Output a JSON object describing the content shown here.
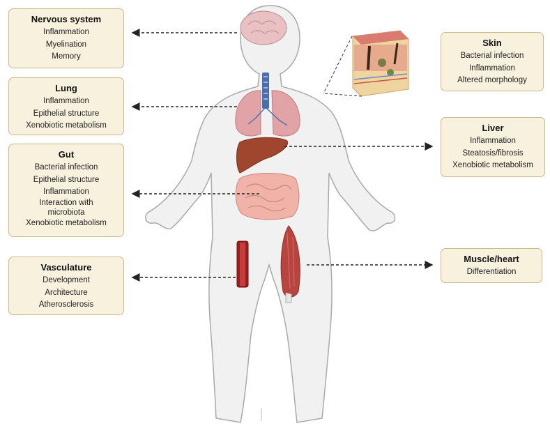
{
  "colors": {
    "box_fill": "#f8f1de",
    "box_border": "#c9b98f",
    "body_fill": "#f1f1f1",
    "body_outline": "#a9a9a9",
    "arrow": "#222222",
    "organ_red": "#b8443f",
    "liver": "#a0452e",
    "lung": "#e2a3a7",
    "intestine": "#f1b3a8",
    "brain": "#e9c1c3",
    "vessel": "#9e1c1c",
    "trachea": "#4a6fb0"
  },
  "boxes": {
    "nervous": {
      "title": "Nervous system",
      "items": [
        "Inflammation",
        "Myelination",
        "Memory"
      ]
    },
    "lung": {
      "title": "Lung",
      "items": [
        "Inflammation",
        "Epithelial structure",
        "Xenobiotic metabolism"
      ]
    },
    "gut": {
      "title": "Gut",
      "items": [
        "Bacterial infection",
        "Epithelial structure",
        "Inflammation",
        "Interaction with",
        "microbiota",
        "Xenobiotic metabolism"
      ]
    },
    "vasculature": {
      "title": "Vasculature",
      "items": [
        "Development",
        "Architecture",
        "Atherosclerosis"
      ]
    },
    "skin": {
      "title": "Skin",
      "items": [
        "Bacterial infection",
        "Inflammation",
        "Altered morphology"
      ]
    },
    "liver": {
      "title": "Liver",
      "items": [
        "Inflammation",
        "Steatosis/fibrosis",
        "Xenobiotic metabolism"
      ]
    },
    "muscle": {
      "title": "Muscle/heart",
      "items": [
        "Differentiation"
      ]
    }
  },
  "icons": {
    "body": "human-body-silhouette",
    "brain": "brain-icon",
    "lungs": "lungs-icon",
    "liver": "liver-icon",
    "intestine": "intestine-icon",
    "skin": "skin-cross-section-icon",
    "vessel": "blood-vessel-icon",
    "muscle": "muscle-icon"
  }
}
